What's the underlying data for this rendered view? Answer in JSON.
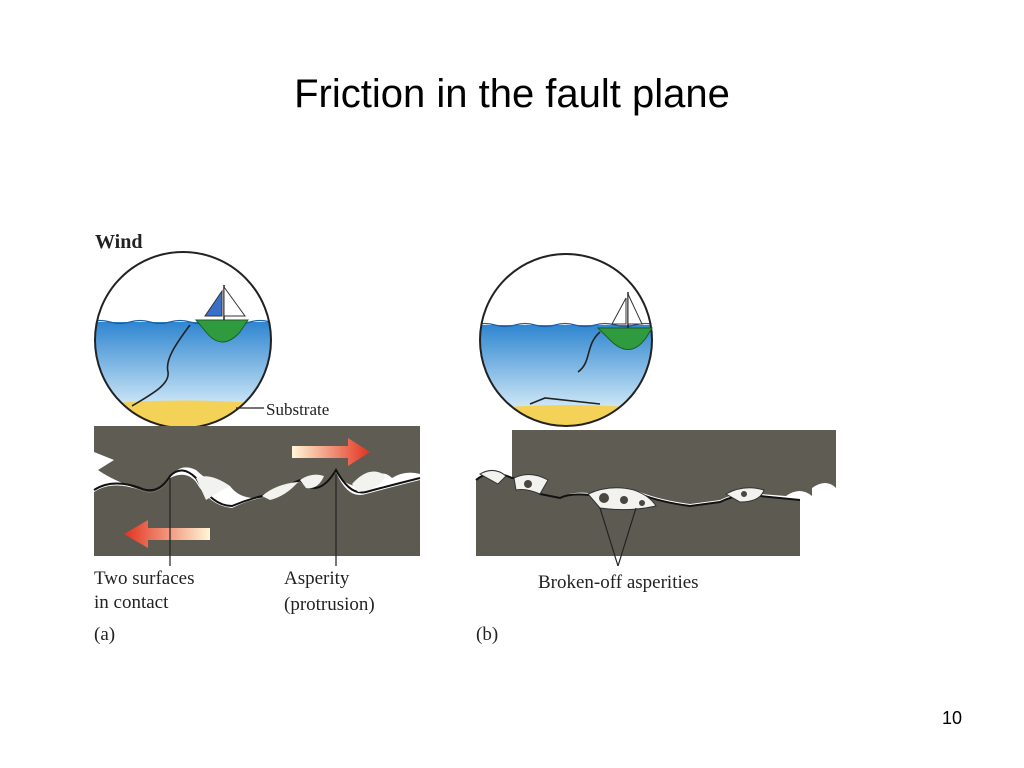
{
  "slide": {
    "title": "Friction in the fault plane",
    "page_number": "10"
  },
  "panel_a": {
    "wind_label": "Wind",
    "substrate_label": "Substrate",
    "two_surfaces_label_line1": "Two surfaces",
    "two_surfaces_label_line2": "in contact",
    "asperity_label_line1": "Asperity",
    "asperity_label_line2": "(protrusion)",
    "panel_label": "(a)"
  },
  "panel_b": {
    "broken_asperities_label": "Broken-off asperities",
    "panel_label": "(b)"
  },
  "colors": {
    "rock": "#5f5c54",
    "sky": "#eaf5fb",
    "water": "#3d95d6",
    "sand": "#f5d25a",
    "boat_hull": "#2f9a3e",
    "arrow_red": "#e23a2a",
    "arrow_blue": "#3f7fcf"
  }
}
